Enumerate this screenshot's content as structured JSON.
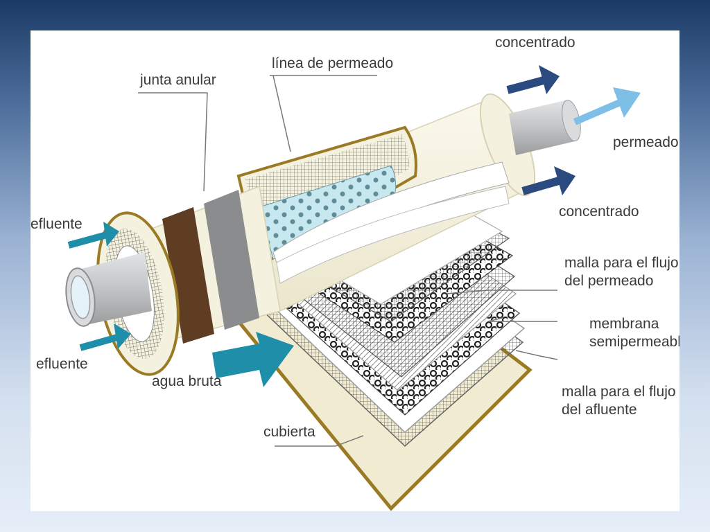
{
  "labels": {
    "junta_anular": "junta anular",
    "linea_permeado": "línea de permeado",
    "concentrado_top": "concentrado",
    "permeado": "permeado",
    "concentrado_bottom": "concentrado",
    "efluente_top": "efluente",
    "efluente_bottom": "efluente",
    "agua_bruta": "agua bruta",
    "malla_permeado_l1": "malla para el flujo",
    "malla_permeado_l2": "del permeado",
    "membrana_l1": "membrana",
    "membrana_l2": "semipermeable",
    "malla_afluente_l1": "malla para el flujo",
    "malla_afluente_l2": "del afluente",
    "cubierta": "cubierta"
  },
  "colors": {
    "background_top": "#1b3a66",
    "panel": "#ffffff",
    "shell": "#f4f1de",
    "gasket_brown": "#5e3d22",
    "gasket_gray": "#8a8c8e",
    "tube_gray": "#c8cacc",
    "arrow_teal": "#1f8ea8",
    "arrow_navy": "#2b4a80",
    "arrow_light_blue": "#7dbfe6",
    "cover_gold": "#9a7a25",
    "core_blue": "#c8e8ef"
  }
}
